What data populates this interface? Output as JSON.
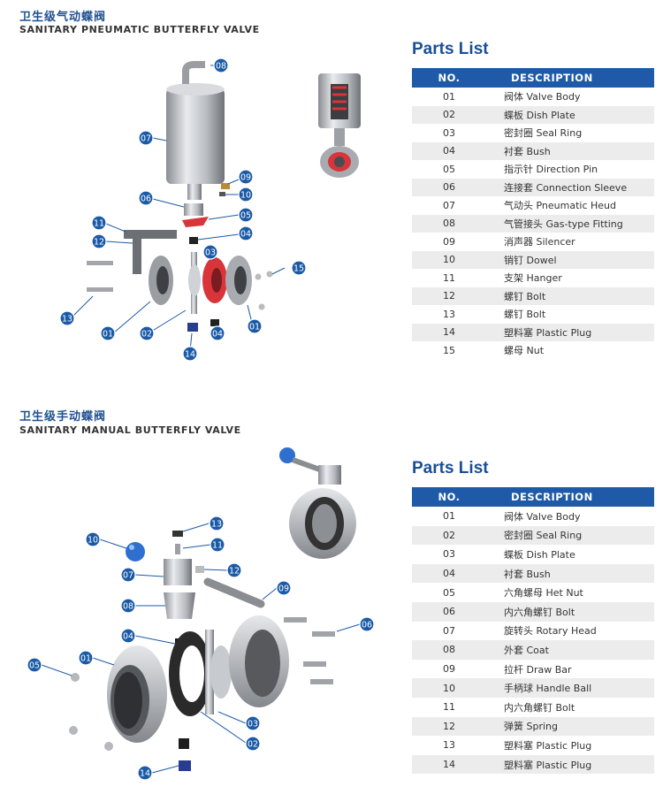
{
  "pneumatic": {
    "title_cn": "卫生级气动蝶阀",
    "title_en": "SANITARY PNEUMATIC BUTTERFLY VALVE",
    "parts_title": "Parts List",
    "col_no": "NO.",
    "col_desc": "DESCRIPTION",
    "parts": [
      {
        "no": "01",
        "desc": "阀体 Valve Body"
      },
      {
        "no": "02",
        "desc": "蝶板 Dish Plate"
      },
      {
        "no": "03",
        "desc": "密封圈 Seal Ring"
      },
      {
        "no": "04",
        "desc": "衬套 Bush"
      },
      {
        "no": "05",
        "desc": "指示针 Direction Pin"
      },
      {
        "no": "06",
        "desc": "连接套 Connection Sleeve"
      },
      {
        "no": "07",
        "desc": "气动头 Pneumatic Heud"
      },
      {
        "no": "08",
        "desc": "气管接头 Gas-type Fitting"
      },
      {
        "no": "09",
        "desc": "消声器 Silencer"
      },
      {
        "no": "10",
        "desc": "销钉 Dowel"
      },
      {
        "no": "11",
        "desc": "支架 Hanger"
      },
      {
        "no": "12",
        "desc": "螺钉 Bolt"
      },
      {
        "no": "13",
        "desc": "螺钉 Bolt"
      },
      {
        "no": "14",
        "desc": "塑料塞 Plastic Plug"
      },
      {
        "no": "15",
        "desc": "螺母 Nut"
      }
    ],
    "callouts": [
      "08",
      "07",
      "09",
      "10",
      "06",
      "05",
      "04",
      "03",
      "11",
      "12",
      "15",
      "13",
      "01",
      "02",
      "04",
      "01",
      "14"
    ]
  },
  "manual": {
    "title_cn": "卫生级手动蝶阀",
    "title_en": "SANITARY MANUAL  BUTTERFLY VALVE",
    "parts_title": "Parts List",
    "col_no": "NO.",
    "col_desc": "DESCRIPTION",
    "parts": [
      {
        "no": "01",
        "desc": "阀体 Valve Body"
      },
      {
        "no": "02",
        "desc": "密封圈 Seal Ring"
      },
      {
        "no": "03",
        "desc": "蝶板 Dish Plate"
      },
      {
        "no": "04",
        "desc": "衬套 Bush"
      },
      {
        "no": "05",
        "desc": "六角螺母 Het Nut"
      },
      {
        "no": "06",
        "desc": "内六角螺钉 Bolt"
      },
      {
        "no": "07",
        "desc": "旋转头 Rotary Head"
      },
      {
        "no": "08",
        "desc": "外套 Coat"
      },
      {
        "no": "09",
        "desc": "拉杆 Draw Bar"
      },
      {
        "no": "10",
        "desc": "手柄球 Handle Ball"
      },
      {
        "no": "11",
        "desc": "内六角螺钉 Bolt"
      },
      {
        "no": "12",
        "desc": "弹簧 Spring"
      },
      {
        "no": "13",
        "desc": "塑料塞 Plastic Plug"
      },
      {
        "no": "14",
        "desc": "塑料塞 Plastic Plug"
      }
    ],
    "callouts": [
      "13",
      "10",
      "11",
      "12",
      "07",
      "09",
      "08",
      "04",
      "06",
      "01",
      "05",
      "03",
      "02",
      "14"
    ]
  },
  "colors": {
    "accent": "#1f5aa8",
    "title_blue": "#1a4f96",
    "callout": "#1a5aa6",
    "seal_red": "#d8343a"
  }
}
